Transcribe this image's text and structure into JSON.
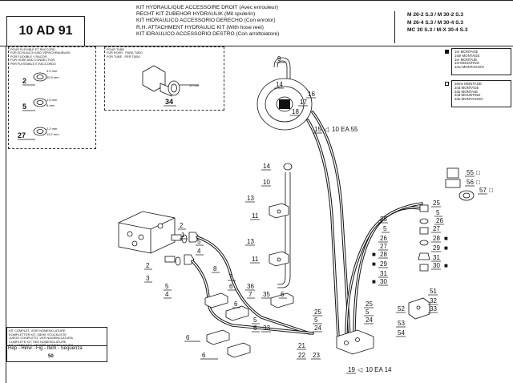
{
  "header": {
    "ref": "10 AD 91",
    "titles": [
      "KIT HYDRAULIQUE ACCESSOIRE DROIT (Avec enrouleur)",
      "RECHT KIT  ZUBEHOR HYDRAULIK (Mit spulerin)",
      "KIT HIDRAULICO ACCESSORIO DERECHO (Con enrolor)",
      "R.H. ATTACHMENT HYDRAULIC KIT (With hose reel)",
      "KIT IDRAULICO ACCESSORIO DESTRO (Con arrottolatore)"
    ],
    "models": [
      "M 26-2 S.3 / M 30-2 S.3",
      "M 26-4 S.3 / M 30-4 S.3",
      "MC 30 S.3 / M-X 30-4 S.3"
    ]
  },
  "hose_box": {
    "lines": [
      "POUR FLEXIBLE ET RACCORD",
      "FÜR SCHLAUCH UND VERSCHRAUBUNG",
      "POR FLEXIBLE Y RACOR",
      "FOR HOSE AND CONNECTION",
      "PER FLESSIBILE E RACCORDO"
    ],
    "items": [
      {
        "ref": "2",
        "d1": "4.2 mm",
        "d2": "10.5 mm"
      },
      {
        "ref": "5",
        "d1": "1.6 mm",
        "d2": "8 mm"
      },
      {
        "ref": "27",
        "d1": "2.2 mm",
        "d2": "13.2 mm"
      }
    ]
  },
  "tube_box": {
    "lines": [
      "POUR TUBE",
      "FÜR ROHR - PARA TUBO",
      "FOR TUBE - PER TUBO"
    ],
    "dim": "12 mm",
    "ref": "34"
  },
  "legend": {
    "first": [
      "1er MONTAGE",
      "1ste MONTAGE",
      "1er MONTAJE",
      "1st MOUNTING",
      "1mo MONTAGGIO"
    ],
    "second": [
      "2ème MONTAGE",
      "2nd MONTAGE",
      "2do MONTAJE",
      "2nd MOUNTING",
      "2do MONTAGGIO"
    ]
  },
  "kit_box": {
    "lines": [
      "KIT COMPLET, VOIR NOMENCLATURE",
      "KOMPLETTER KIT, SIEHE STÜCKLISTE",
      "JUEGO COMPLETO, VER NOMENCLATURA",
      "COMPLETE KIT, SEE NOMENCLATURE",
      "KIT COMPLETO, VEDERE NOMENCLATURA"
    ],
    "rep": "Rep - Hinw - Fig - Item - Sequenza",
    "sheet": "50"
  },
  "callouts": {
    "c9": "9",
    "c14a": "14",
    "c16": "16",
    "c17": "17",
    "c18": "18",
    "c15": "15",
    "ea55": "10 EA 55",
    "c14b": "14",
    "c10": "10",
    "c13a": "13",
    "c11a": "11",
    "c13b": "13",
    "c11b": "11",
    "c2a": "2",
    "c1": "1",
    "c5a": "5",
    "c4a": "4",
    "c2b": "2",
    "c3": "3",
    "c5b": "5",
    "c4b": "4",
    "c8": "8",
    "c7a": "7",
    "c6a": "6",
    "c36": "36",
    "c6b": "6",
    "c7b": "7",
    "c35": "35",
    "c6c": "6",
    "c5c": "5",
    "c6d": "6",
    "c33a": "33",
    "c6e": "6",
    "c6f": "6",
    "c25a": "25",
    "c5d": "5",
    "c24a": "24",
    "c25b": "25",
    "c5e": "5",
    "c24b": "24",
    "c21": "21",
    "c22": "22",
    "c23": "23",
    "c19": "19",
    "ea14": "10 EA 14",
    "c25c": "25",
    "c5f": "5",
    "c26a": "26",
    "c27a": "27",
    "c28a": "28",
    "c29a": "29",
    "c31a": "31",
    "c30a": "30",
    "c25d": "25",
    "c5g": "5",
    "c26b": "26",
    "c27b": "27",
    "c28b": "28",
    "c29b": "29",
    "c31b": "31",
    "c30b": "30",
    "c55": "55",
    "c56": "56",
    "c57": "57",
    "c51": "51",
    "c32": "32",
    "c52": "52",
    "c33b": "33",
    "c53": "53",
    "c54": "54"
  }
}
